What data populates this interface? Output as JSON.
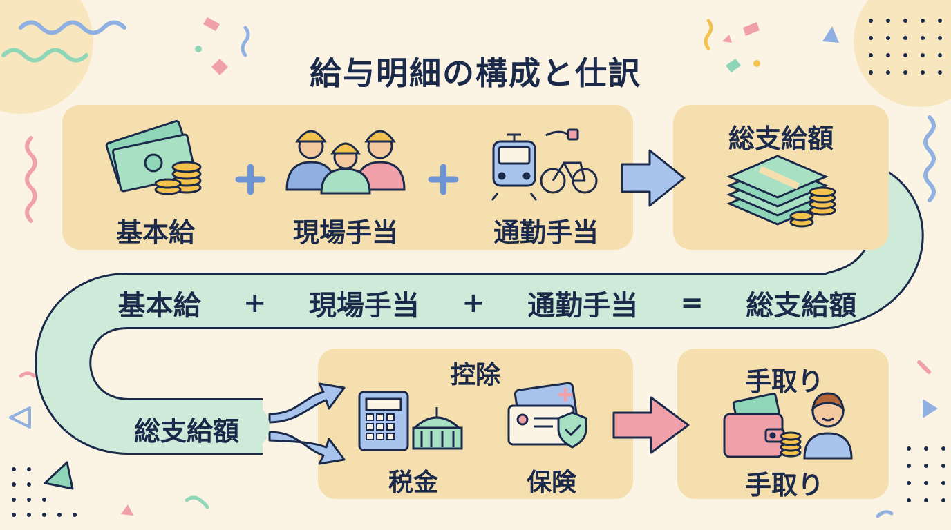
{
  "title": "給与明細の構成と仕訳",
  "earnings": {
    "base_salary": "基本給",
    "site_allowance": "現場手当",
    "commute_allowance": "通勤手当",
    "plus1": "+",
    "plus2": "+"
  },
  "gross": {
    "label": "総支給額"
  },
  "formula": {
    "term1": "基本給",
    "op1": "+",
    "term2": "現場手当",
    "op2": "+",
    "term3": "通勤手当",
    "eq": "=",
    "result": "総支給額"
  },
  "total_start": "総支給額",
  "deductions": {
    "title": "控除",
    "tax": "税金",
    "insurance": "保険"
  },
  "take_home": {
    "title": "手取り",
    "label": "手取り"
  },
  "colors": {
    "background": "#fbf4e4",
    "panel": "#f6dfaf",
    "flow_band": "#cdebd8",
    "arrow_blue": "#a8c4ec",
    "arrow_pink": "#f0a0a8",
    "outline": "#1b2a4a"
  }
}
